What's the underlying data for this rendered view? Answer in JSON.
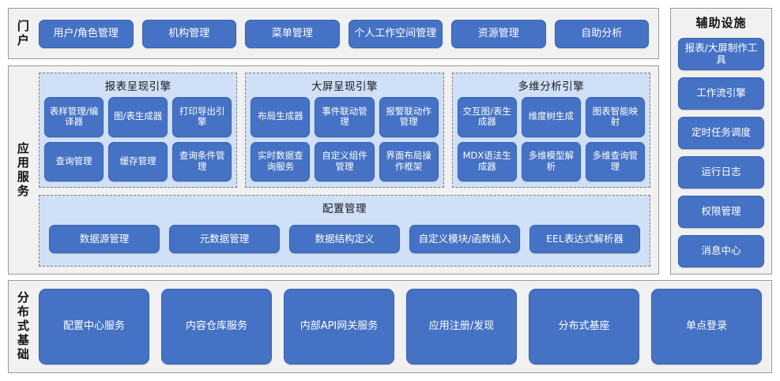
{
  "colors": {
    "chip_blue": "#4572c4",
    "chip_border": "#3a63ad",
    "panel_gray": "#f1f1f1",
    "panel_border": "#9a9a9a",
    "group_blue": "#cfe0f7",
    "group_border": "#7f7f7f",
    "text_white": "#ffffff",
    "text_dark": "#111111"
  },
  "portal": {
    "label": "门户",
    "items": [
      "用户/角色管理",
      "机构管理",
      "菜单管理",
      "个人工作空间管理",
      "资源管理",
      "自助分析"
    ]
  },
  "aux": {
    "label": "辅助设施",
    "items": [
      "报表/大屏制作工具",
      "工作流引擎",
      "定时任务调度",
      "运行日志",
      "权限管理",
      "消息中心"
    ]
  },
  "app_service": {
    "label": "应用服务",
    "engines": [
      {
        "title": "报表呈现引擎",
        "items": [
          "表样管理/编译器",
          "图/表生成器",
          "打印导出引擎",
          "查询管理",
          "缓存管理",
          "查询条件管理"
        ]
      },
      {
        "title": "大屏呈现引擎",
        "items": [
          "布局生成器",
          "事件联动管理",
          "报警联动作管理",
          "实时数据查询服务",
          "自定义组件管理",
          "界面布局操作框架"
        ]
      },
      {
        "title": "多维分析引擎",
        "items": [
          "交互图/表生成器",
          "维度树生成",
          "图表智能映射",
          "MDX语法生成器",
          "多维模型解析",
          "多维查询管理"
        ]
      }
    ],
    "config": {
      "title": "配置管理",
      "items": [
        "数据源管理",
        "元数据管理",
        "数据结构定义",
        "自定义模块/函数插入",
        "EEL表达式解析器"
      ]
    }
  },
  "base": {
    "label": "分布式基础",
    "items": [
      "配置中心服务",
      "内容仓库服务",
      "内部API网关服务",
      "应用注册/发现",
      "分布式基座",
      "单点登录"
    ]
  }
}
